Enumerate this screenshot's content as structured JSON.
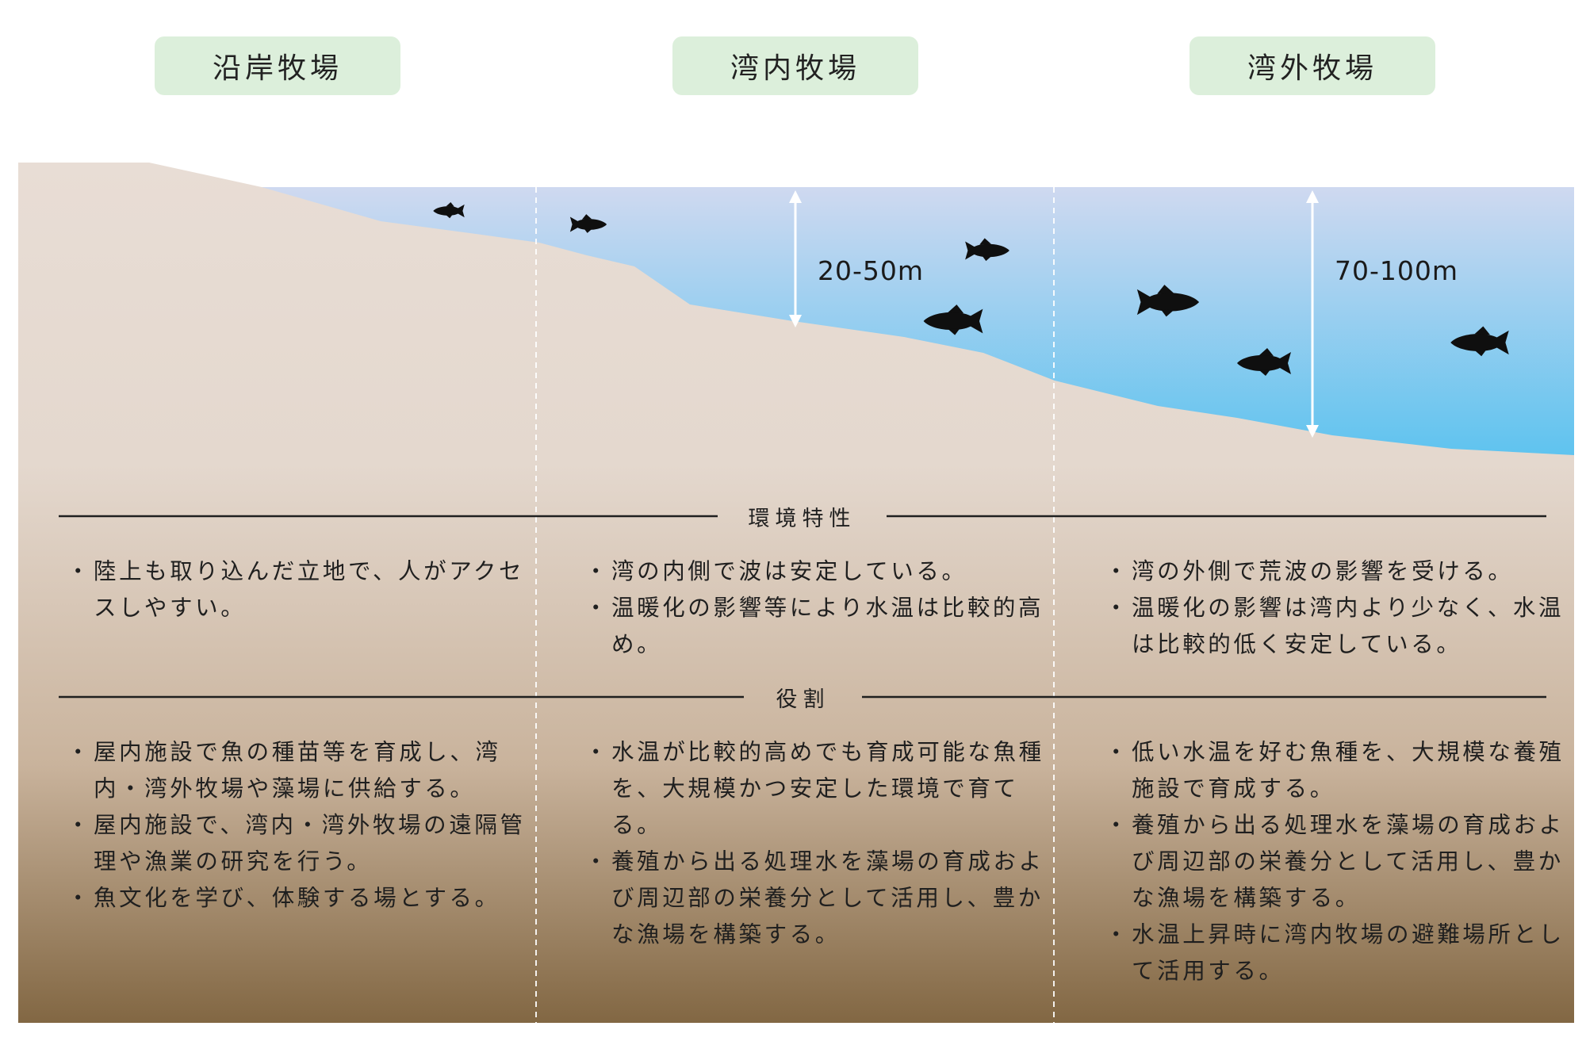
{
  "colors": {
    "title_bg": "#dcefdb",
    "water_top": "#cfd9f0",
    "water_bottom": "#5ec3ef",
    "ground_top": "#e8ddd5",
    "ground_mid": "#c9b39c",
    "ground_bottom": "#826743",
    "fish": "#0f0f0f",
    "divider": "#ffffff",
    "rule": "#1f1f1f"
  },
  "zones": [
    {
      "title": "沿岸牧場"
    },
    {
      "title": "湾内牧場"
    },
    {
      "title": "湾外牧場"
    }
  ],
  "depths": [
    {
      "label": "20-50m"
    },
    {
      "label": "70-100m"
    }
  ],
  "sections": {
    "environment": {
      "heading": "環境特性",
      "columns": [
        [
          "陸上も取り込んだ立地で、人がアクセスしやすい。"
        ],
        [
          "湾の内側で波は安定している。",
          "温暖化の影響等により水温は比較的高め。"
        ],
        [
          "湾の外側で荒波の影響を受ける。",
          "温暖化の影響は湾内より少なく、水温は比較的低く安定している。"
        ]
      ]
    },
    "role": {
      "heading": "役割",
      "columns": [
        [
          "屋内施設で魚の種苗等を育成し、湾内・湾外牧場や藻場に供給する。",
          "屋内施設で、湾内・湾外牧場の遠隔管理や漁業の研究を行う。",
          "魚文化を学び、体験する場とする。"
        ],
        [
          "水温が比較的高めでも育成可能な魚種を、大規模かつ安定した環境で育てる。",
          "養殖から出る処理水を藻場の育成および周辺部の栄養分として活用し、豊かな漁場を構築する。"
        ],
        [
          "低い水温を好む魚種を、大規模な養殖施設で育成する。",
          "養殖から出る処理水を藻場の育成および周辺部の栄養分として活用し、豊かな漁場を構築する。",
          "水温上昇時に湾内牧場の避難場所として活用する。"
        ]
      ]
    }
  },
  "icons": [
    "fish-icon",
    "double-arrow-icon"
  ]
}
